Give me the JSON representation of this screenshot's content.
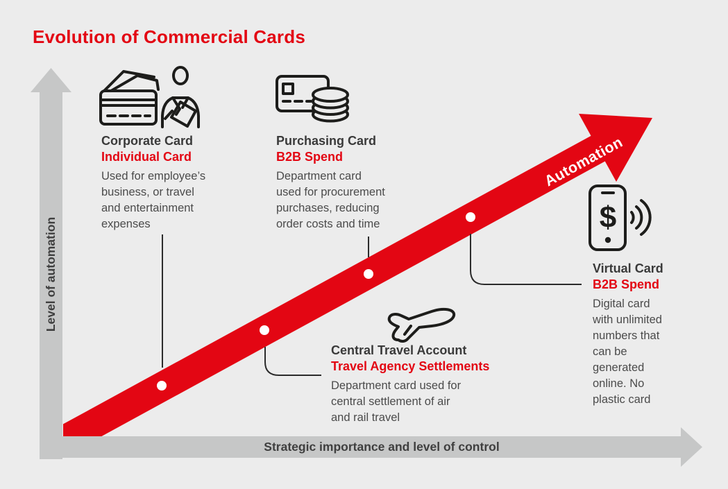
{
  "title": "Evolution of Commercial Cards",
  "colors": {
    "accent_red": "#e30613",
    "axis_gray": "#c6c7c7",
    "background": "#ececec",
    "heading_text": "#3a3a3a",
    "body_text": "#4b4b4b",
    "milestone_dot": "#ffffff"
  },
  "axes": {
    "y_label": "Level of automation",
    "x_label": "Strategic importance and level of control"
  },
  "arrow": {
    "label": "Automation"
  },
  "stages": [
    {
      "id": "corporate-card",
      "icon": "credit-cards-person-icon",
      "title": "Corporate Card",
      "subtitle": "Individual Card",
      "description": "Used for employee’s\nbusiness, or travel\nand entertainment\nexpenses"
    },
    {
      "id": "purchasing-card",
      "icon": "card-and-coins-icon",
      "title": "Purchasing Card",
      "subtitle": "B2B Spend",
      "description": "Department card\nused for procurement\npurchases, reducing\norder costs and time"
    },
    {
      "id": "central-travel-account",
      "icon": "airplane-icon",
      "title": "Central Travel Account",
      "subtitle": "Travel Agency Settlements",
      "description": "Department card used for\ncentral settlement of air\nand rail travel"
    },
    {
      "id": "virtual-card",
      "icon": "smartphone-dollar-contactless-icon",
      "icon_glyph": "$",
      "title": "Virtual Card",
      "subtitle": "B2B Spend",
      "description": "Digital card\nwith unlimited\nnumbers that\ncan be\ngenerated\nonline. No\nplastic card"
    }
  ]
}
